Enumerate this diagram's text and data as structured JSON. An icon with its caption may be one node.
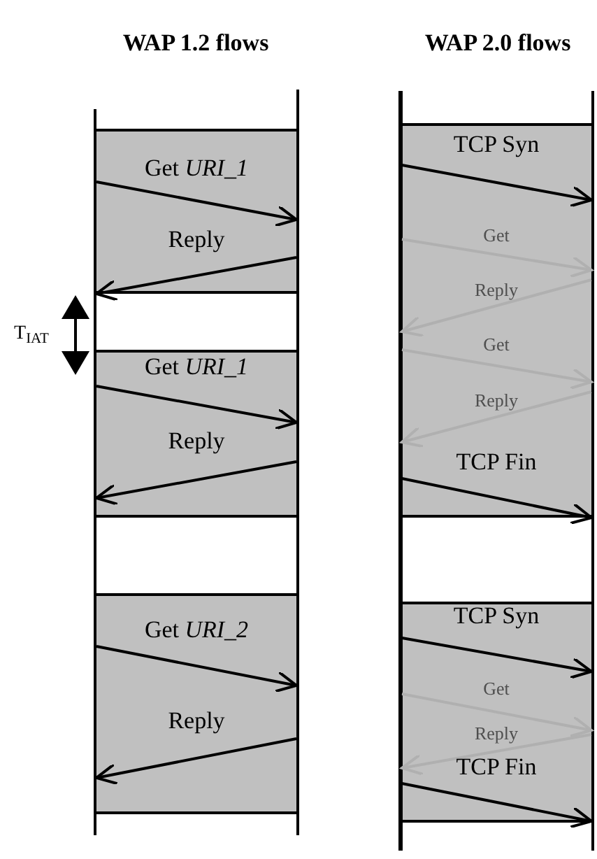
{
  "diagram": {
    "nodes": [
      {
        "text": [],
        "shape": "bar"
      },
      {
        "text": [],
        "shape": "bar"
      },
      {
        "text": [],
        "shape": "bar"
      },
      {
        "text": [],
        "shape": "bar"
      }
    ],
    "edges": [
      {
        "from": 0,
        "to": 1,
        "arrow": "to",
        "label": "Get *URI_1*"
      },
      {
        "from": 1,
        "to": 0,
        "arrow": "to",
        "label": "Reply"
      },
      {
        "from": 0,
        "to": 1,
        "arrow": "to",
        "label": "Get *URI_1*"
      },
      {
        "from": 1,
        "to": 0,
        "arrow": "to",
        "label": "Reply"
      },
      {
        "from": 0,
        "to": 1,
        "arrow": "to",
        "label": "Get *URI_2*"
      },
      {
        "from": 1,
        "to": 0,
        "arrow": "to",
        "label": "Reply"
      },
      {
        "from": 2,
        "to": 3,
        "arrow": "to",
        "label": "TCP Syn"
      },
      {
        "from": 2,
        "to": 3,
        "arrow": "to",
        "label": "Get",
        "color": "#b0b0b0"
      },
      {
        "from": 3,
        "to": 2,
        "arrow": "to",
        "label": "Reply",
        "color": "#b0b0b0"
      },
      {
        "from": 2,
        "to": 3,
        "arrow": "to",
        "label": "Get",
        "color": "#b0b0b0"
      },
      {
        "from": 3,
        "to": 2,
        "arrow": "to",
        "label": "Reply",
        "color": "#b0b0b0"
      },
      {
        "from": 2,
        "to": 3,
        "arrow": "to",
        "label": "TCP Fin"
      },
      {
        "from": 2,
        "to": 3,
        "arrow": "to",
        "label": "TCP Syn"
      },
      {
        "from": 2,
        "to": 3,
        "arrow": "to",
        "label": "Get",
        "color": "#b0b0b0"
      },
      {
        "from": 3,
        "to": 2,
        "arrow": "to",
        "label": "Reply",
        "color": "#b0b0b0"
      },
      {
        "from": 2,
        "to": 3,
        "arrow": "to",
        "label": "TCP Fin"
      }
    ],
    "labels": [
      "WAP 1.2 flows",
      "WAP 2.0 flows",
      "T$_{IAT}$"
    ]
  }
}
